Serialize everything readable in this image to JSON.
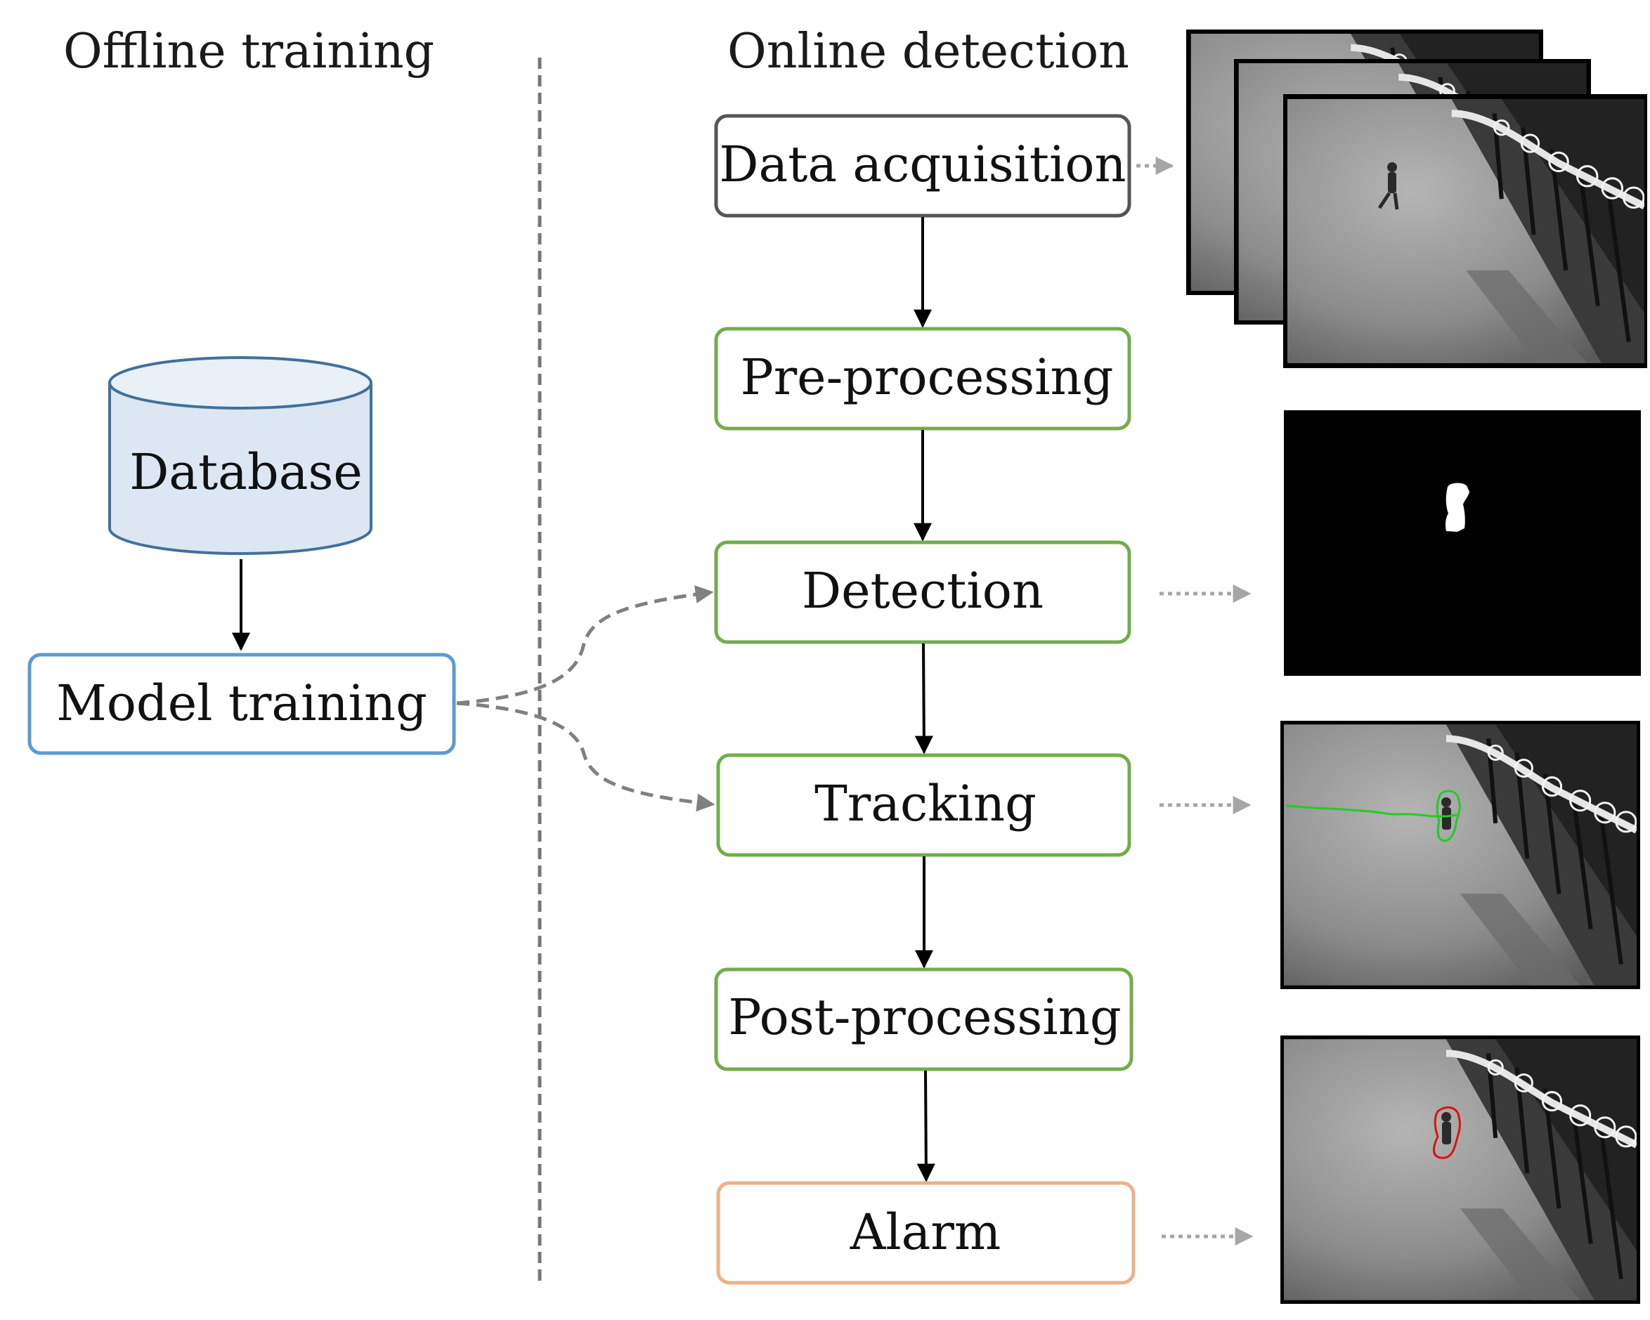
{
  "sections": {
    "offline": {
      "title": "Offline training"
    },
    "online": {
      "title": "Online detection"
    }
  },
  "offline": {
    "database": "Database",
    "model_training": "Model training"
  },
  "pipeline": {
    "data_acquisition": "Data acquisition",
    "pre_processing": "Pre-processing",
    "detection": "Detection",
    "tracking": "Tracking",
    "post_processing": "Post-processing",
    "alarm": "Alarm"
  },
  "colors": {
    "acquisition_border": "#555555",
    "processing_border": "#72ad4b",
    "alarm_border": "#ecb187",
    "model_training_border": "#5b9bd5",
    "database_fill": "#dde7f3",
    "database_border": "#41719c",
    "dashed_link": "#808080",
    "dotted_link": "#a6a6a6",
    "track_line": "#22cc22",
    "alarm_outline": "#dd1111"
  },
  "icons": {
    "frames": "video-frames-stack",
    "mask": "binary-foreground-mask",
    "tracking": "tracking-frame-with-trajectory",
    "alarm": "alarm-frame-with-outline"
  }
}
